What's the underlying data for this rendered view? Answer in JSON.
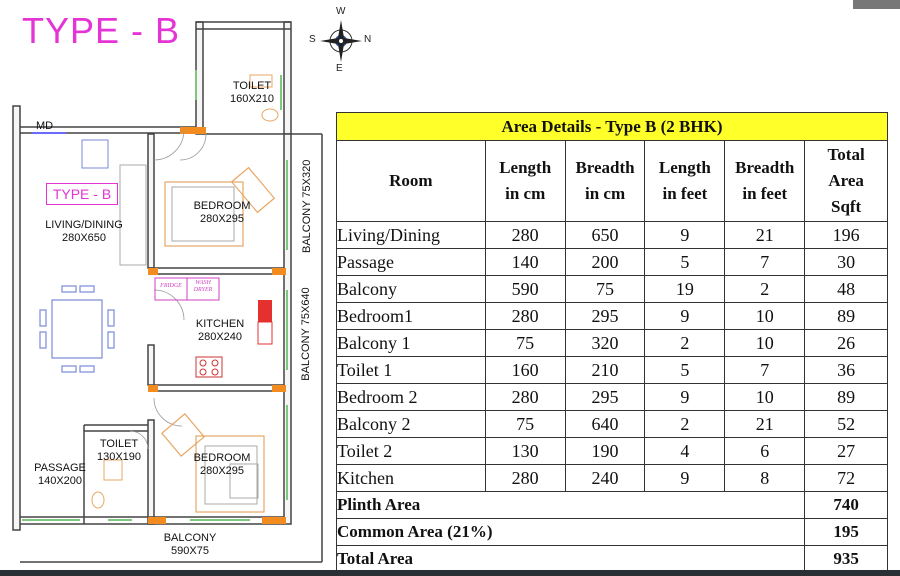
{
  "page_title": "TYPE - B",
  "compass": {
    "n": "N",
    "s": "S",
    "e": "E",
    "w": "W"
  },
  "plan": {
    "type_tag": "TYPE - B",
    "md": "MD",
    "toilet_top": {
      "name": "TOILET",
      "size": "160X210"
    },
    "bedroom1": {
      "name": "BEDROOM",
      "size": "280X295"
    },
    "living": {
      "name": "LIVING/DINING",
      "size": "280X650"
    },
    "balcony1": "BALCONY 75X320",
    "fridge": "FRIDGE",
    "dryer": "WASH DRYER",
    "kitchen": {
      "name": "KITCHEN",
      "size": "280X240"
    },
    "balcony2": "BALCONY 75X640",
    "toilet2": {
      "name": "TOILET",
      "size": "130X190"
    },
    "bedroom2": {
      "name": "BEDROOM",
      "size": "280X295"
    },
    "passage": {
      "name": "PASSAGE",
      "size": "140X200"
    },
    "balcony_bottom": {
      "name": "BALCONY",
      "size": "590X75"
    }
  },
  "table": {
    "title": "Area Details - Type B (2 BHK)",
    "headers": {
      "room": "Room",
      "length_cm": [
        "Length",
        "in cm"
      ],
      "breadth_cm": [
        "Breadth",
        "in cm"
      ],
      "length_ft": [
        "Length",
        "in feet"
      ],
      "breadth_ft": [
        "Breadth",
        "in feet"
      ],
      "total": [
        "Total",
        "Area",
        "Sqft"
      ]
    },
    "rows": [
      {
        "room": "Living/Dining",
        "l_cm": "280",
        "b_cm": "650",
        "l_ft": "9",
        "b_ft": "21",
        "sqft": "196"
      },
      {
        "room": "Passage",
        "l_cm": "140",
        "b_cm": "200",
        "l_ft": "5",
        "b_ft": "7",
        "sqft": "30"
      },
      {
        "room": "Balcony",
        "l_cm": "590",
        "b_cm": "75",
        "l_ft": "19",
        "b_ft": "2",
        "sqft": "48"
      },
      {
        "room": "Bedroom1",
        "l_cm": "280",
        "b_cm": "295",
        "l_ft": "9",
        "b_ft": "10",
        "sqft": "89"
      },
      {
        "room": "Balcony 1",
        "l_cm": "75",
        "b_cm": "320",
        "l_ft": "2",
        "b_ft": "10",
        "sqft": "26"
      },
      {
        "room": "Toilet 1",
        "l_cm": "160",
        "b_cm": "210",
        "l_ft": "5",
        "b_ft": "7",
        "sqft": "36"
      },
      {
        "room": "Bedroom 2",
        "l_cm": "280",
        "b_cm": "295",
        "l_ft": "9",
        "b_ft": "10",
        "sqft": "89"
      },
      {
        "room": "Balcony 2",
        "l_cm": "75",
        "b_cm": "640",
        "l_ft": "2",
        "b_ft": "21",
        "sqft": "52"
      },
      {
        "room": "Toilet 2",
        "l_cm": "130",
        "b_cm": "190",
        "l_ft": "4",
        "b_ft": "6",
        "sqft": "27"
      },
      {
        "room": "Kitchen",
        "l_cm": "280",
        "b_cm": "240",
        "l_ft": "9",
        "b_ft": "8",
        "sqft": "72"
      }
    ],
    "plinth": {
      "label": "Plinth Area",
      "value": "740"
    },
    "common": {
      "label": "Common Area (21%)",
      "value": "195"
    },
    "total": {
      "label": "Total Area",
      "value": "935"
    }
  },
  "colors": {
    "title_magenta": "#e633d6",
    "table_header_yellow": "#ffff2a",
    "door_orange": "#f28c1e",
    "window_green": "#7ec87e"
  }
}
